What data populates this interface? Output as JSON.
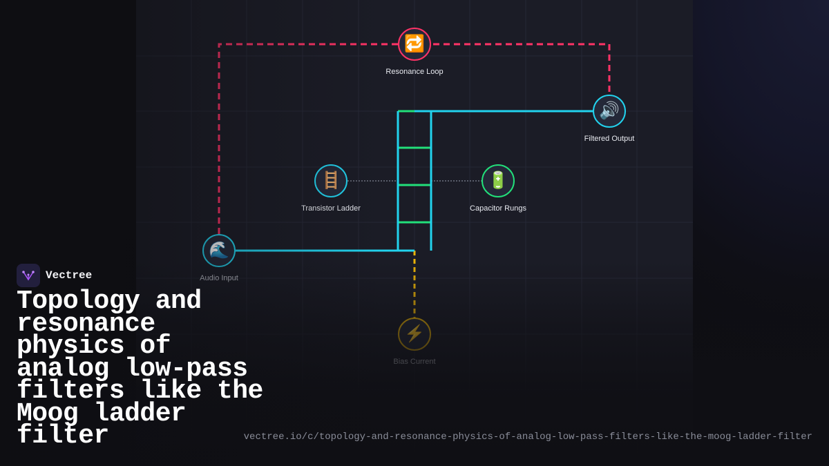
{
  "nodes": [
    {
      "id": "resonance-loop",
      "label": "Resonance Loop",
      "icon": "🔁",
      "icon_name": "loop-arrows-icon",
      "color": "#ff3366"
    },
    {
      "id": "filtered-output",
      "label": "Filtered Output",
      "icon": "🔊",
      "icon_name": "speaker-icon",
      "color": "#22d3ee"
    },
    {
      "id": "transistor-ladder",
      "label": "Transistor Ladder",
      "icon": "🪜",
      "icon_name": "ladder-icon",
      "color": "#22d3ee"
    },
    {
      "id": "capacitor-rungs",
      "label": "Capacitor Rungs",
      "icon": "🔋",
      "icon_name": "battery-icon",
      "color": "#22e07a"
    },
    {
      "id": "audio-input",
      "label": "Audio Input",
      "icon": "🌊",
      "icon_name": "wave-icon",
      "color": "#22d3ee"
    },
    {
      "id": "bias-current",
      "label": "Bias Current",
      "icon": "⚡",
      "icon_name": "lightning-icon",
      "color": "#eab308"
    }
  ],
  "colors": {
    "signal": "#22d3ee",
    "feedback": "#ff3366",
    "rungs": "#22e07a",
    "bias": "#eab308",
    "grid": "#2a2c3a"
  },
  "brand": {
    "name": "Vectree"
  },
  "title": "Topology and resonance physics of analog low-pass filters like the Moog ladder filter",
  "url": "vectree.io/c/topology-and-resonance-physics-of-analog-low-pass-filters-like-the-moog-ladder-filter"
}
